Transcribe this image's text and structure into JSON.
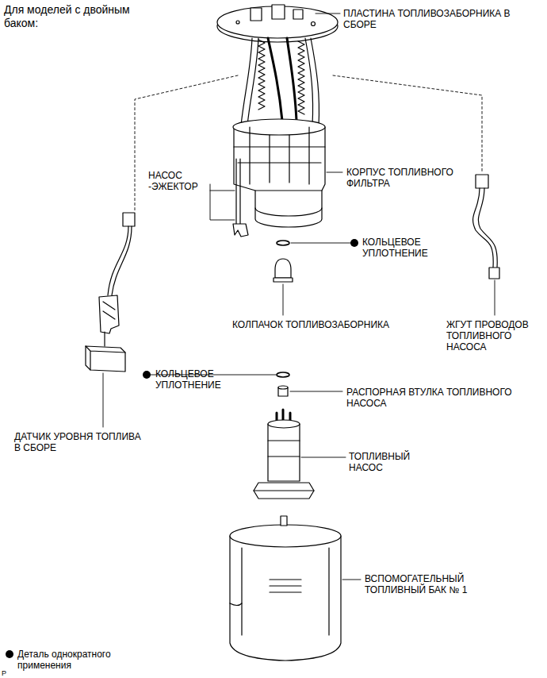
{
  "diagram": {
    "title": "Для моделей с двойным баком:",
    "labels": [
      "ПЛАСТИНА ТОПЛИВОЗАБОРНИКА В СБОРЕ",
      "НАСОС -ЭЖЕКТОР",
      "КОРПУС ТОПЛИВНОГО ФИЛЬТРА",
      "КОЛЬЦЕВОЕ УПЛОТНЕНИЕ",
      "КОЛПАЧОК ТОПЛИВОЗАБОРНИКА",
      "ЖГУТ ПРОВОДОВ ТОПЛИВНОГО НАСОСА",
      "КОЛЬЦЕВОЕ УПЛОТНЕНИЕ",
      "РАСПОРНАЯ ВТУЛКА ТОПЛИВНОГО НАСОСА",
      "ДАТЧИК УРОВНЯ ТОПЛИВА В СБОРЕ",
      "ТОПЛИВНЫЙ НАСОС",
      "ВСПОМОГАТЕЛЬНЫЙ ТОПЛИВНЫЙ БАК № 1",
      "P"
    ],
    "legend": [
      {
        "text": "Деталь однократного применения"
      }
    ]
  }
}
